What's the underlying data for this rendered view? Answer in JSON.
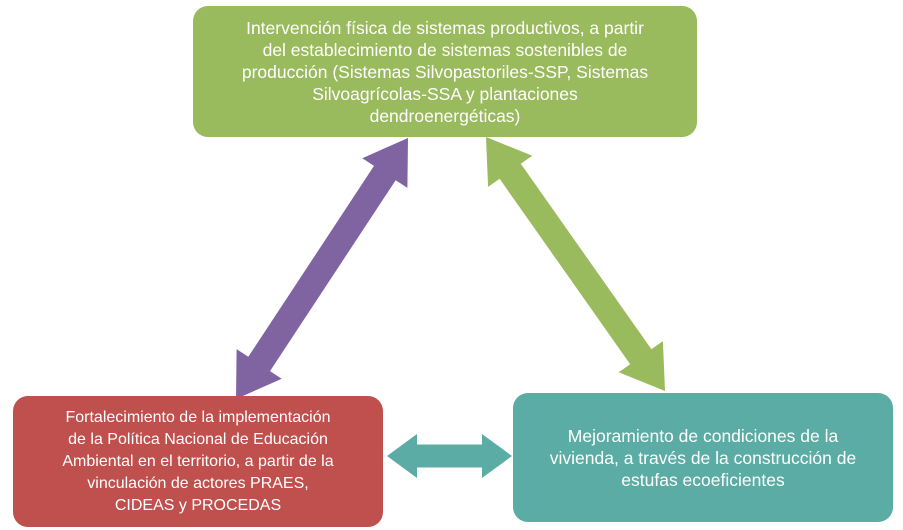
{
  "diagram": {
    "background_color": "#ffffff",
    "text_color": "#ffffff",
    "nodes": {
      "top": {
        "id": "top",
        "color": "#9aba5e",
        "label_lines": [
          "Intervención física de sistemas productivos, a partir",
          "del establecimiento de sistemas sostenibles de",
          "producción (Sistemas Silvopastoriles-SSP, Sistemas",
          "Silvoagrícolas-SSA y plantaciones",
          "dendroenergéticas)"
        ]
      },
      "bottom_left": {
        "id": "bottom-left",
        "color": "#c0504d",
        "label_lines": [
          "Fortalecimiento de la implementación",
          "de la Política Nacional de Educación",
          "Ambiental en el territorio, a partir de la",
          "vinculación de actores PRAES,",
          "CIDEAS y PROCEDAS"
        ]
      },
      "bottom_right": {
        "id": "bottom-right",
        "color": "#5aaca4",
        "label_lines": [
          "Mejoramiento de condiciones de la",
          "vivienda, a través de la construcción de",
          "estufas ecoeficientes"
        ]
      }
    },
    "connections": [
      {
        "from": "bottom-left",
        "to": "top",
        "color": "#8064a2",
        "type": "double-arrow"
      },
      {
        "from": "bottom-right",
        "to": "top",
        "color": "#9aba5e",
        "type": "double-arrow"
      },
      {
        "from": "bottom-left",
        "to": "bottom-right",
        "color": "#5aaca4",
        "type": "double-arrow"
      }
    ]
  }
}
